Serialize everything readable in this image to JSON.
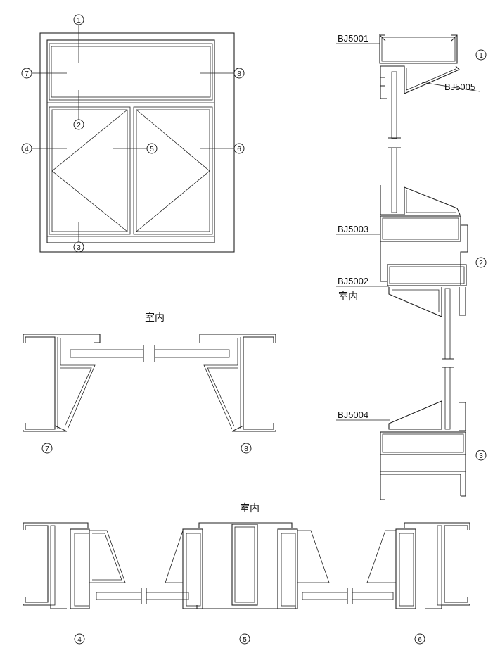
{
  "elevation": {
    "markers": [
      "1",
      "2",
      "3",
      "4",
      "5",
      "6",
      "7",
      "8"
    ]
  },
  "vertical_section": {
    "profiles": [
      "BJ5001",
      "BJ5005",
      "BJ5003",
      "BJ5002",
      "BJ5004"
    ],
    "indoor_label": "室内",
    "markers": [
      "1",
      "2",
      "3"
    ]
  },
  "transom_section": {
    "indoor_label": "室内",
    "markers": [
      "7",
      "8"
    ]
  },
  "casement_section": {
    "indoor_label": "室内",
    "markers": [
      "4",
      "5",
      "6"
    ]
  }
}
